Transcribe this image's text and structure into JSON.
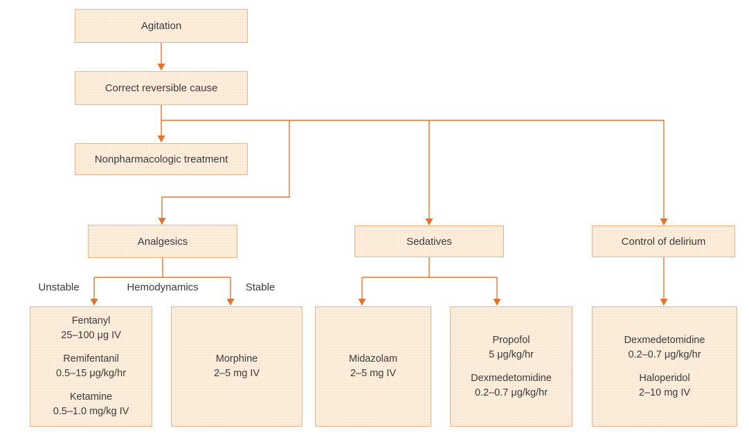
{
  "palette": {
    "box_fill": "#fdeedd",
    "box_border": "#f0b183",
    "line": "#e0742e",
    "text": "#3a3a3a",
    "bg": "#ffffff"
  },
  "nodes": {
    "agitation": {
      "label": "Agitation"
    },
    "correct_reversible_cause": {
      "label": "Correct reversible cause"
    },
    "nonpharmacologic": {
      "label": "Nonpharmacologic treatment"
    },
    "analgesics": {
      "label": "Analgesics"
    },
    "sedatives": {
      "label": "Sedatives"
    },
    "control_of_delirium": {
      "label": "Control of delirium"
    }
  },
  "branch_labels": {
    "unstable": "Unstable",
    "hemodynamics": "Hemodynamics",
    "stable": "Stable"
  },
  "drug_boxes": {
    "analgesics_unstable": {
      "drugs": [
        {
          "name": "Fentanyl",
          "dose": "25–100 μg IV"
        },
        {
          "name": "Remifentanil",
          "dose": "0.5–15 μg/kg/hr"
        },
        {
          "name": "Ketamine",
          "dose": "0.5–1.0 mg/kg IV"
        }
      ]
    },
    "analgesics_stable": {
      "drugs": [
        {
          "name": "Morphine",
          "dose": "2–5 mg IV"
        }
      ]
    },
    "sedatives_first": {
      "drugs": [
        {
          "name": "Midazolam",
          "dose": "2–5 mg IV"
        }
      ]
    },
    "sedatives_second": {
      "drugs": [
        {
          "name": "Propofol",
          "dose": "5 μg/kg/hr"
        },
        {
          "name": "Dexmedetomidine",
          "dose": "0.2–0.7 μg/kg/hr"
        }
      ]
    },
    "delirium": {
      "drugs": [
        {
          "name": "Dexmedetomidine",
          "dose": "0.2–0.7 μg/kg/hr"
        },
        {
          "name": "Haloperidol",
          "dose": "2–10 mg IV"
        }
      ]
    }
  }
}
